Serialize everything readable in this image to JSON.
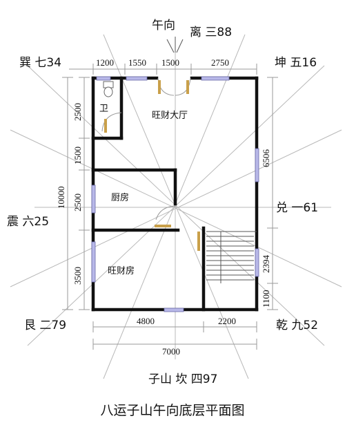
{
  "caption": "八运子山午向底层平面图",
  "compass": {
    "top_direction": "午向",
    "top_star": "离 三88",
    "bottom_star": "子山 坎 四97",
    "nw_star": "巽 七34",
    "ne_star": "坤 五16",
    "w_star": "震 六25",
    "e_star": "兑 一61",
    "sw_star": "艮 二79",
    "se_star": "乾 九52"
  },
  "dimensions": {
    "top": [
      "1200",
      "1550",
      "1500",
      "2750"
    ],
    "left": [
      "2500",
      "1500",
      "2500",
      "3500"
    ],
    "left_total": "10000",
    "right_upper": "6506",
    "right_mid": "2394",
    "right_lower": "1100",
    "bottom": [
      "4800",
      "2200"
    ],
    "bottom_total": "7000"
  },
  "rooms": {
    "toilet": "卫",
    "hall": "旺财大厅",
    "kitchen": "厨房",
    "bedroom": "旺财房"
  },
  "colors": {
    "wall": "#111111",
    "window": "#b8b8e8",
    "door": "#c9a04a",
    "grid": "#b5b5b5"
  }
}
